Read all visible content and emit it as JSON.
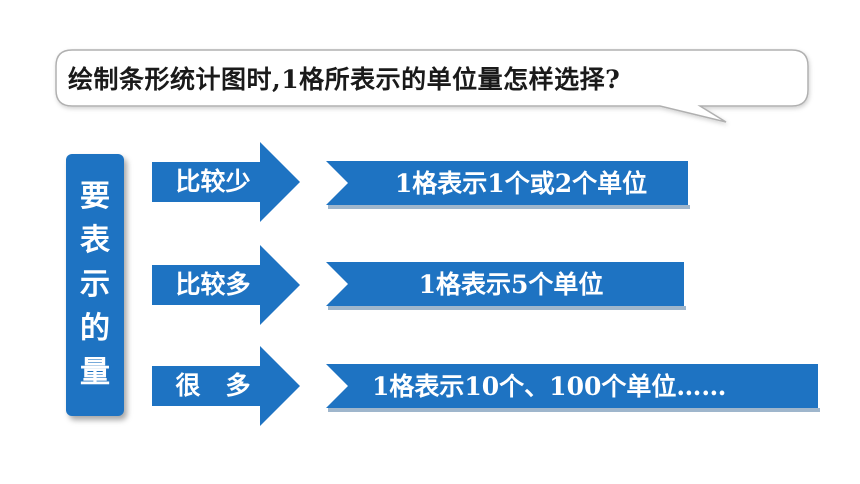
{
  "question": "绘制条形统计图时,1格所表示的单位量怎样选择?",
  "side_label": [
    "要",
    "表",
    "示",
    "的",
    "量"
  ],
  "rows": [
    {
      "condition": "比较少",
      "result": "1格表示1个或2个单位"
    },
    {
      "condition": "比较多",
      "result": "1格表示5个单位"
    },
    {
      "condition": "很　多",
      "result": "1格表示10个、100个单位……"
    }
  ],
  "colors": {
    "accent": "#1e73c2",
    "text": "#1a1a1a",
    "bubble_border": "#b0b0b0"
  }
}
